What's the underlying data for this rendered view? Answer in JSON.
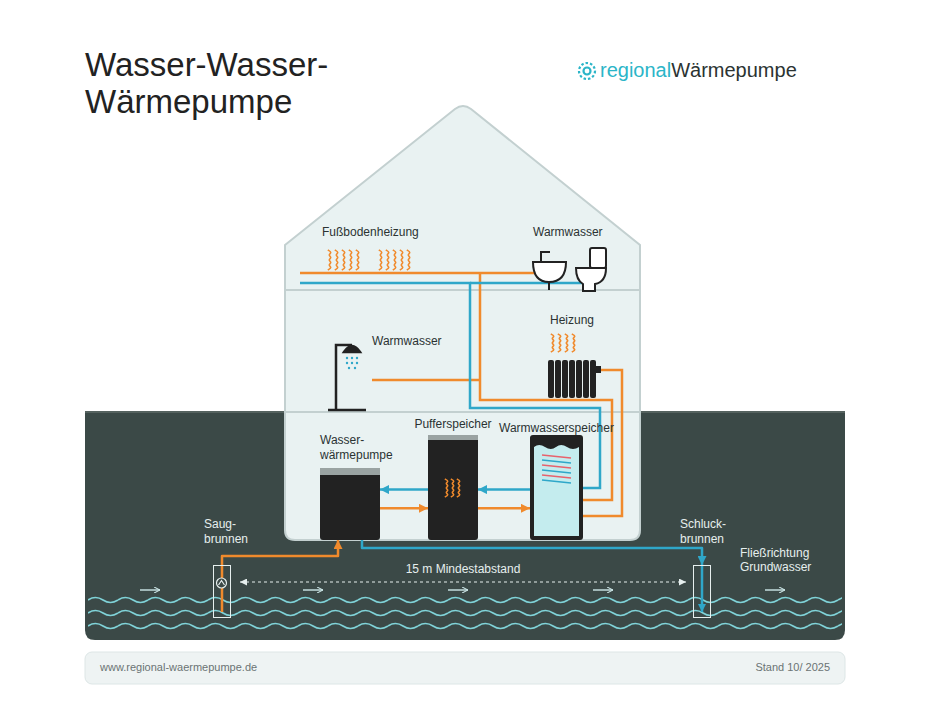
{
  "diagram": {
    "title": "Wasser-Wasser- Wärmepumpe",
    "nodes": [
      {
        "text": [
          "Wasser- wärmepumpe"
        ]
      },
      {
        "text": [
          "Pufferspeicher"
        ]
      },
      {
        "text": [
          "Warmwasserspeicher"
        ]
      },
      {
        "text": [
          "Saug- brunnen"
        ]
      },
      {
        "text": [
          "Schluck- brunnen"
        ]
      }
    ],
    "edges": [
      {
        "from": 0,
        "to": 1,
        "arrow": "to"
      },
      {
        "from": 1,
        "to": 2,
        "arrow": "to"
      },
      {
        "from": 2,
        "to": 1,
        "arrow": "to"
      },
      {
        "from": 1,
        "to": 0,
        "arrow": "to"
      },
      {
        "from": 3,
        "to": 0,
        "arrow": "to"
      },
      {
        "from": 0,
        "to": 4,
        "arrow": "to"
      }
    ],
    "labels": [
      "regional",
      "Wärmepumpe",
      "Fußbodenheizung",
      "Warmwasser",
      "Warmwasser",
      "Heizung",
      "15 m Mindestabstand",
      "Fließrichtung Grundwasser",
      "www.regional-waermepumpe.de",
      "Stand 10/ 2025"
    ]
  }
}
